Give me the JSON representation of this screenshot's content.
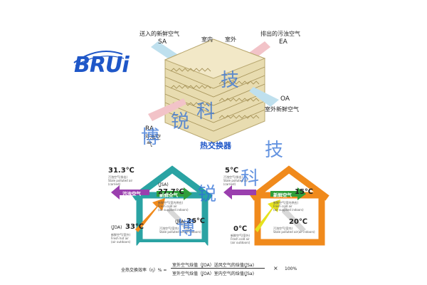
{
  "logo": {
    "text": "BRUi"
  },
  "exchanger": {
    "supply_air_cn": "送入的新鲜空气",
    "supply_air_en": "SA",
    "indoor": "室内",
    "outdoor": "室外",
    "exhaust_air_cn": "排出的污浊空气",
    "exhaust_air_en": "EA",
    "outdoor_air_en": "OA",
    "outdoor_air_cn": "室外新鲜空气",
    "return_air_en": "RA",
    "return_air_cn1": "污浊空",
    "return_air_cn2": "气",
    "caption": "热交换器"
  },
  "watermark": {
    "c1": "博",
    "c2": "锐",
    "c3": "科",
    "c4": "技"
  },
  "summer": {
    "temp_outdoor_polluted": "31.3℃",
    "desc_polluted": [
      "污浊空气(排出)",
      "Stale polluted air",
      "(carried)"
    ],
    "badge_polluted": "污浊空气",
    "badge_fresh": "新鲜空气",
    "sa_symbol": "(ʆSA)",
    "temp_sa": "27.7℃",
    "desc_fresh": [
      "新鲜空气(室内供应)",
      "Fresh cold air",
      "(air supplied indoors)"
    ],
    "oa_symbol": "(ʆOA)",
    "temp_oa": "33℃",
    "desc_oa": [
      "新鲜空气(室外)",
      "Fresh hot air",
      "(air outdoors)"
    ],
    "ra_symbol": "(ʆRA)",
    "temp_ra": "26℃",
    "desc_ra": [
      "污浊空气(室内)",
      "Stale polluted air(air indoors)"
    ]
  },
  "winter": {
    "temp_outdoor_polluted": "5℃",
    "desc_polluted": [
      "污浊空气(排出)",
      "Stale polluted air",
      "(carried)"
    ],
    "badge_fresh": "新鲜空气",
    "temp_sa": "15℃",
    "desc_fresh": [
      "新鲜空气(室内供应)",
      "Fresh cold air",
      "(air supplied indoors)"
    ],
    "temp_oa": "0℃",
    "desc_oa": [
      "新鲜空气(室外)",
      "Fresh cold air",
      "(air outdoors)"
    ],
    "temp_ra": "20℃",
    "desc_ra": [
      "污浊空气(室内)",
      "Stale polluted air(air indoors)"
    ]
  },
  "formula": {
    "lhs": "全热交换效率（η）% =",
    "numerator": "室外空气焓值（ʆOA）送风空气的焓值(ʆSa)",
    "denominator": "室外空气焓值（ʆOA）室内空气的焓值(ʆSa)",
    "times": "×",
    "percent": "100%"
  },
  "colors": {
    "summer_house": "#2aa3a3",
    "winter_house": "#f08a1c",
    "fresh_green": "#2f9e3a",
    "polluted_purple": "#9a3fae",
    "supply_pink": "#f2c3c8",
    "exhaust_blue": "#bfe0ee",
    "watermark": "#2f6fd6"
  }
}
